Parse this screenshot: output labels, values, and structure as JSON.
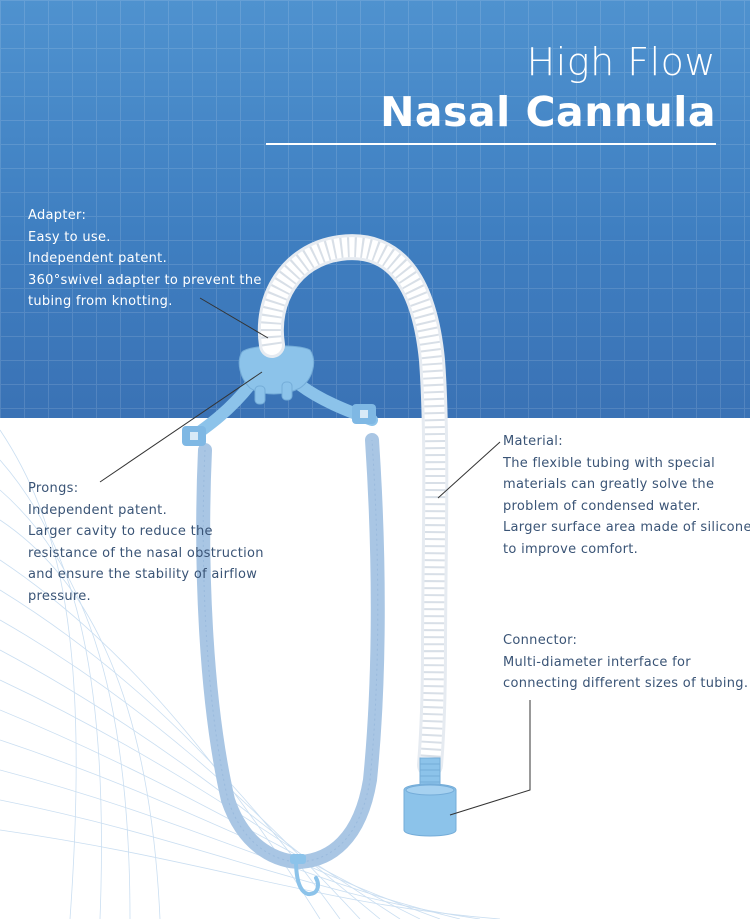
{
  "title": {
    "line1": "High Flow",
    "line2": "Nasal Cannula"
  },
  "callouts": {
    "adapter": {
      "heading": "Adapter:",
      "lines": [
        "Easy to use.",
        "Independent patent.",
        "360°swivel adapter to prevent the",
        "tubing from knotting."
      ]
    },
    "prongs": {
      "heading": "Prongs:",
      "lines": [
        "Independent patent.",
        "Larger cavity to reduce the",
        "resistance of the nasal obstruction",
        "and ensure the stability of airflow",
        "pressure."
      ]
    },
    "material": {
      "heading": "Material:",
      "lines": [
        "The flexible tubing with special",
        "materials can greatly solve the",
        "problem of condensed water.",
        "Larger surface area made of silicone",
        "to improve comfort."
      ]
    },
    "connector": {
      "heading": "Connector:",
      "lines": [
        "Multi-diameter interface for",
        "connecting different sizes of tubing."
      ]
    }
  },
  "colors": {
    "header_blue": "#3f7fc1",
    "cannula_blue": "#8cc3ea",
    "tubing_white": "#f4f6f9",
    "strap_blue": "#a9c6e4",
    "text_dark": "#3a5476"
  }
}
